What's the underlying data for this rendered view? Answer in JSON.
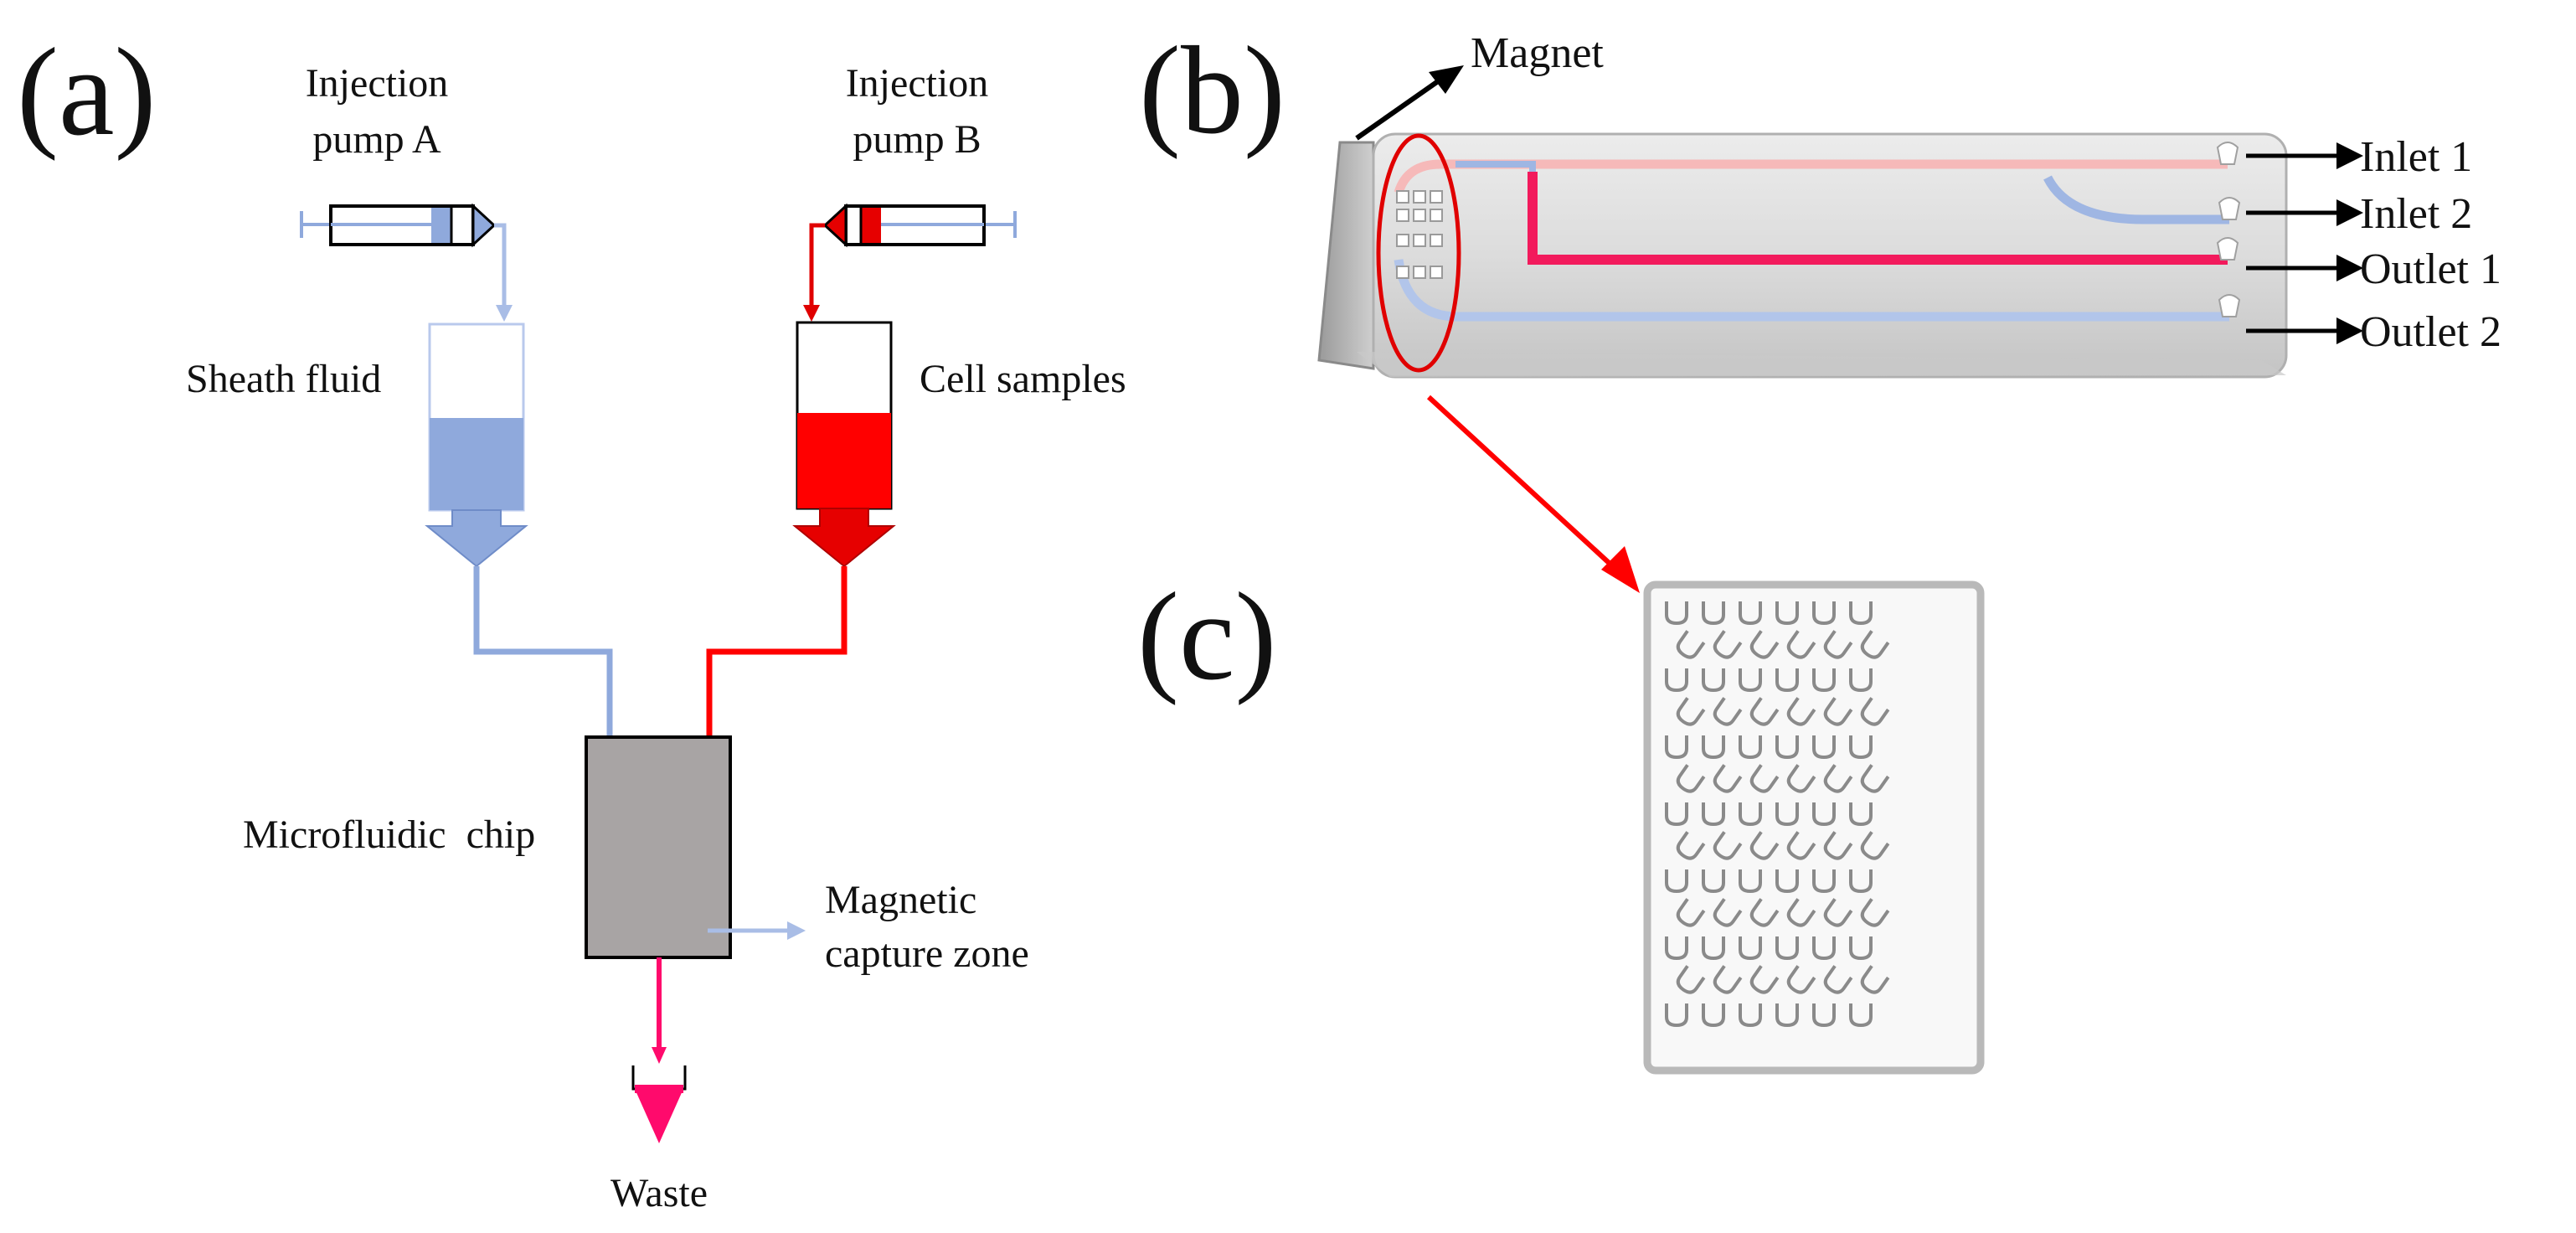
{
  "panels": {
    "a": "(a)",
    "b": "(b)",
    "c": "(c)"
  },
  "panel_a": {
    "pump_a": [
      "Injection",
      "pump A"
    ],
    "pump_b": [
      "Injection",
      "pump B"
    ],
    "sheath_fluid": "Sheath fluid",
    "cell_samples": "Cell samples",
    "microfluidic_chip": "Microfluidic  chip",
    "capture_zone": [
      "Magnetic",
      "capture zone"
    ],
    "waste": "Waste"
  },
  "panel_b": {
    "magnet": "Magnet",
    "ports": [
      "Inlet 1",
      "Inlet 2",
      "Outlet 1",
      "Outlet 2"
    ]
  },
  "panel_c": {
    "trap_rows": [
      6,
      6,
      6,
      6,
      6,
      6,
      6,
      6,
      6,
      6,
      6,
      6,
      6
    ]
  },
  "colors": {
    "sheath_blue": "#8fa9dc",
    "sample_red": "#ff0000",
    "waste_pink": "#ff0a6c",
    "chip_gray": "#a8a4a4",
    "device_gray": "#d9d9d9",
    "zone_circle": "#e00000"
  }
}
